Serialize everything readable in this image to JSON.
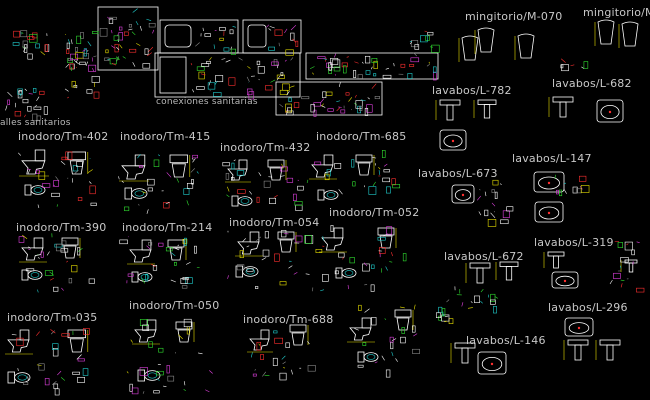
{
  "drawing": {
    "background": "#000000",
    "palette": {
      "label": "#c8c8c8",
      "white": "#ffffff",
      "yellow": "#e8e000",
      "red": "#ff3030",
      "green": "#30e030",
      "cyan": "#20d0d0",
      "magenta": "#e040e0",
      "gray": "#8a8a8a"
    }
  },
  "labels": {
    "detalles_sanitarios": "alles sanitarios",
    "conexiones_sanitarias": "conexiones  sanitarias",
    "mingitorio_070": "mingitorio/M-070",
    "mingitorio_2": "mingitorio/M",
    "lavabos_782": "lavabos/L-782",
    "lavabos_682": "lavabos/L-682",
    "lavabos_147": "lavabos/L-147",
    "lavabos_673": "lavabos/L-673",
    "lavabos_319": "lavabos/L-319",
    "lavabos_672": "lavabos/L-672",
    "lavabos_296": "lavabos/L-296",
    "lavabos_146": "lavabos/L-146",
    "inodoro_402": "inodoro/Tm-402",
    "inodoro_415": "inodoro/Tm-415",
    "inodoro_432": "inodoro/Tm-432",
    "inodoro_685": "inodoro/Tm-685",
    "inodoro_390": "inodoro/Tm-390",
    "inodoro_214": "inodoro/Tm-214",
    "inodoro_054": "inodoro/Tm-054",
    "inodoro_052": "inodoro/Tm-052",
    "inodoro_050": "inodoro/Tm-050",
    "inodoro_688": "inodoro/Tm-688",
    "inodoro_035": "inodoro/Tm-035"
  }
}
